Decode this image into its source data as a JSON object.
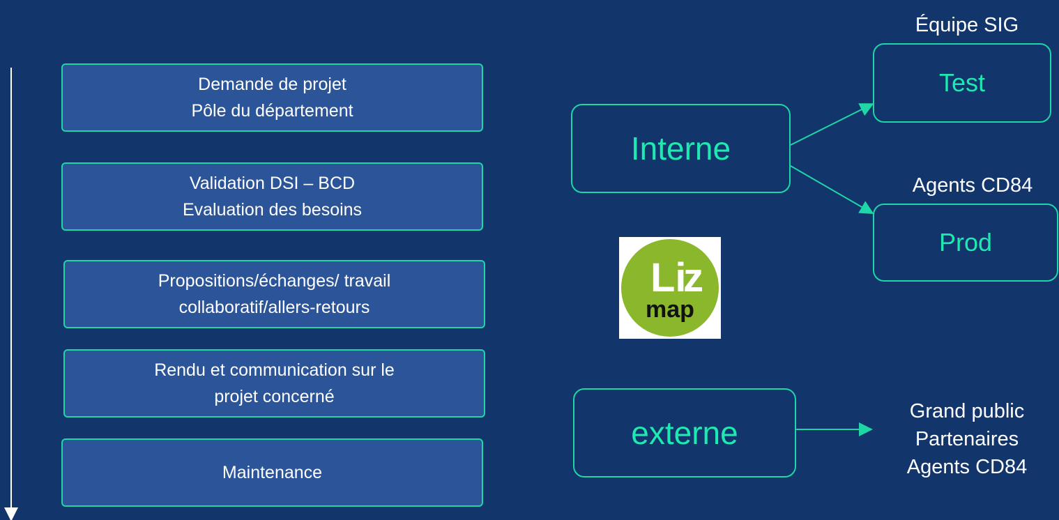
{
  "steps": [
    {
      "lines": [
        "Demande de projet",
        "Pôle du département"
      ]
    },
    {
      "lines": [
        "Validation DSI – BCD",
        "Evaluation des besoins"
      ]
    },
    {
      "lines": [
        "Propositions/échanges/ travail",
        "collaboratif/allers-retours"
      ]
    },
    {
      "lines": [
        "Rendu et communication sur le",
        "projet concerné"
      ]
    },
    {
      "lines": [
        "Maintenance"
      ]
    }
  ],
  "nodes": {
    "interne": "Interne",
    "externe": "externe",
    "test": "Test",
    "prod": "Prod"
  },
  "labels": {
    "equipe_sig": "Équipe SIG",
    "agents_cd84": "Agents CD84",
    "audience": [
      "Grand public",
      "Partenaires",
      "Agents CD84"
    ]
  },
  "logo": {
    "text_top": "Li",
    "text_top_z": "z",
    "text_bottom": "map",
    "color": "#8ab72c"
  },
  "colors": {
    "background": "#12356b",
    "step_fill": "#2c5498",
    "accent": "#1fd6a6"
  }
}
